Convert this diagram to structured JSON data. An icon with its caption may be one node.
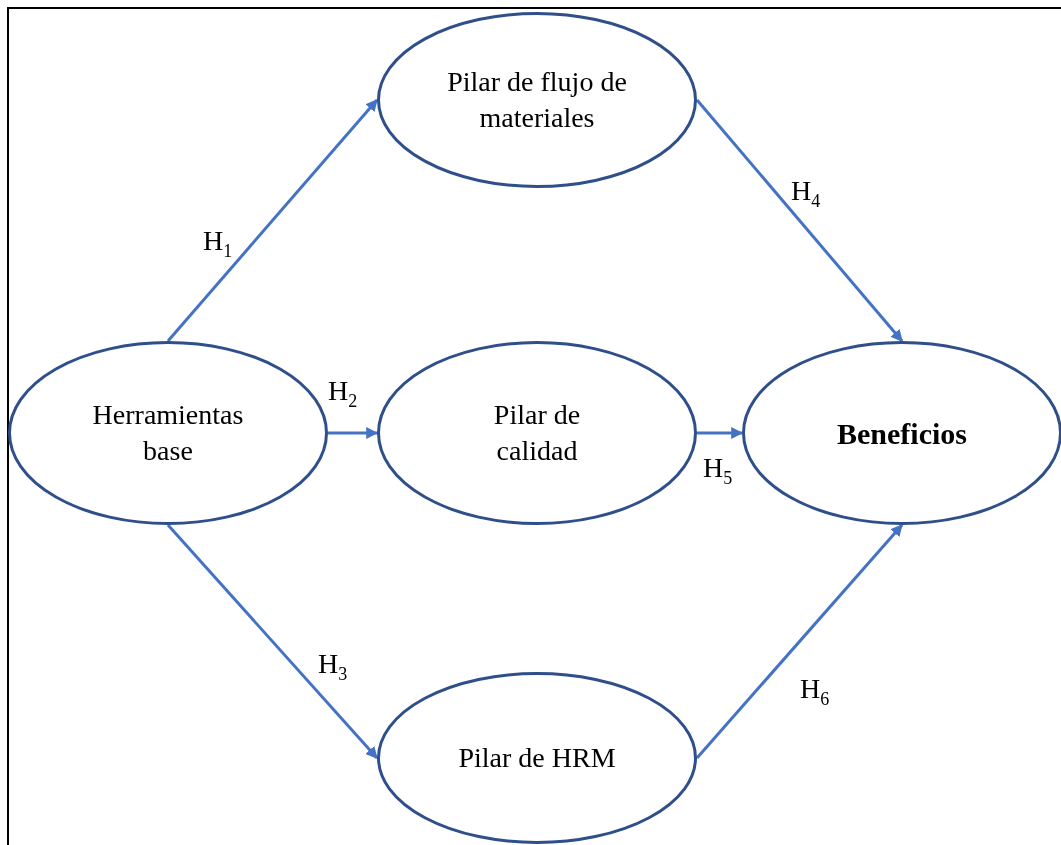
{
  "diagram": {
    "nodes": [
      {
        "text": [
          "Herramientas base"
        ]
      },
      {
        "text": [
          "Pilar de flujo de materiales"
        ]
      },
      {
        "text": [
          "Pilar de calidad"
        ]
      },
      {
        "text": [
          "Pilar de HRM"
        ]
      },
      {
        "text": [
          "Beneficios"
        ]
      }
    ],
    "edges": [
      {
        "from": 0,
        "to": 1,
        "arrow": "to",
        "label": "H$_{1}$"
      },
      {
        "from": 0,
        "to": 2,
        "arrow": "to",
        "label": "H$_{2}$"
      },
      {
        "from": 0,
        "to": 3,
        "arrow": "to",
        "label": "H$_{3}$"
      },
      {
        "from": 1,
        "to": 4,
        "arrow": "to",
        "label": "H$_{4}$"
      },
      {
        "from": 2,
        "to": 4,
        "arrow": "to",
        "label": "H$_{5}$"
      },
      {
        "from": 3,
        "to": 4,
        "arrow": "to",
        "label": "H$_{6}$"
      }
    ]
  }
}
